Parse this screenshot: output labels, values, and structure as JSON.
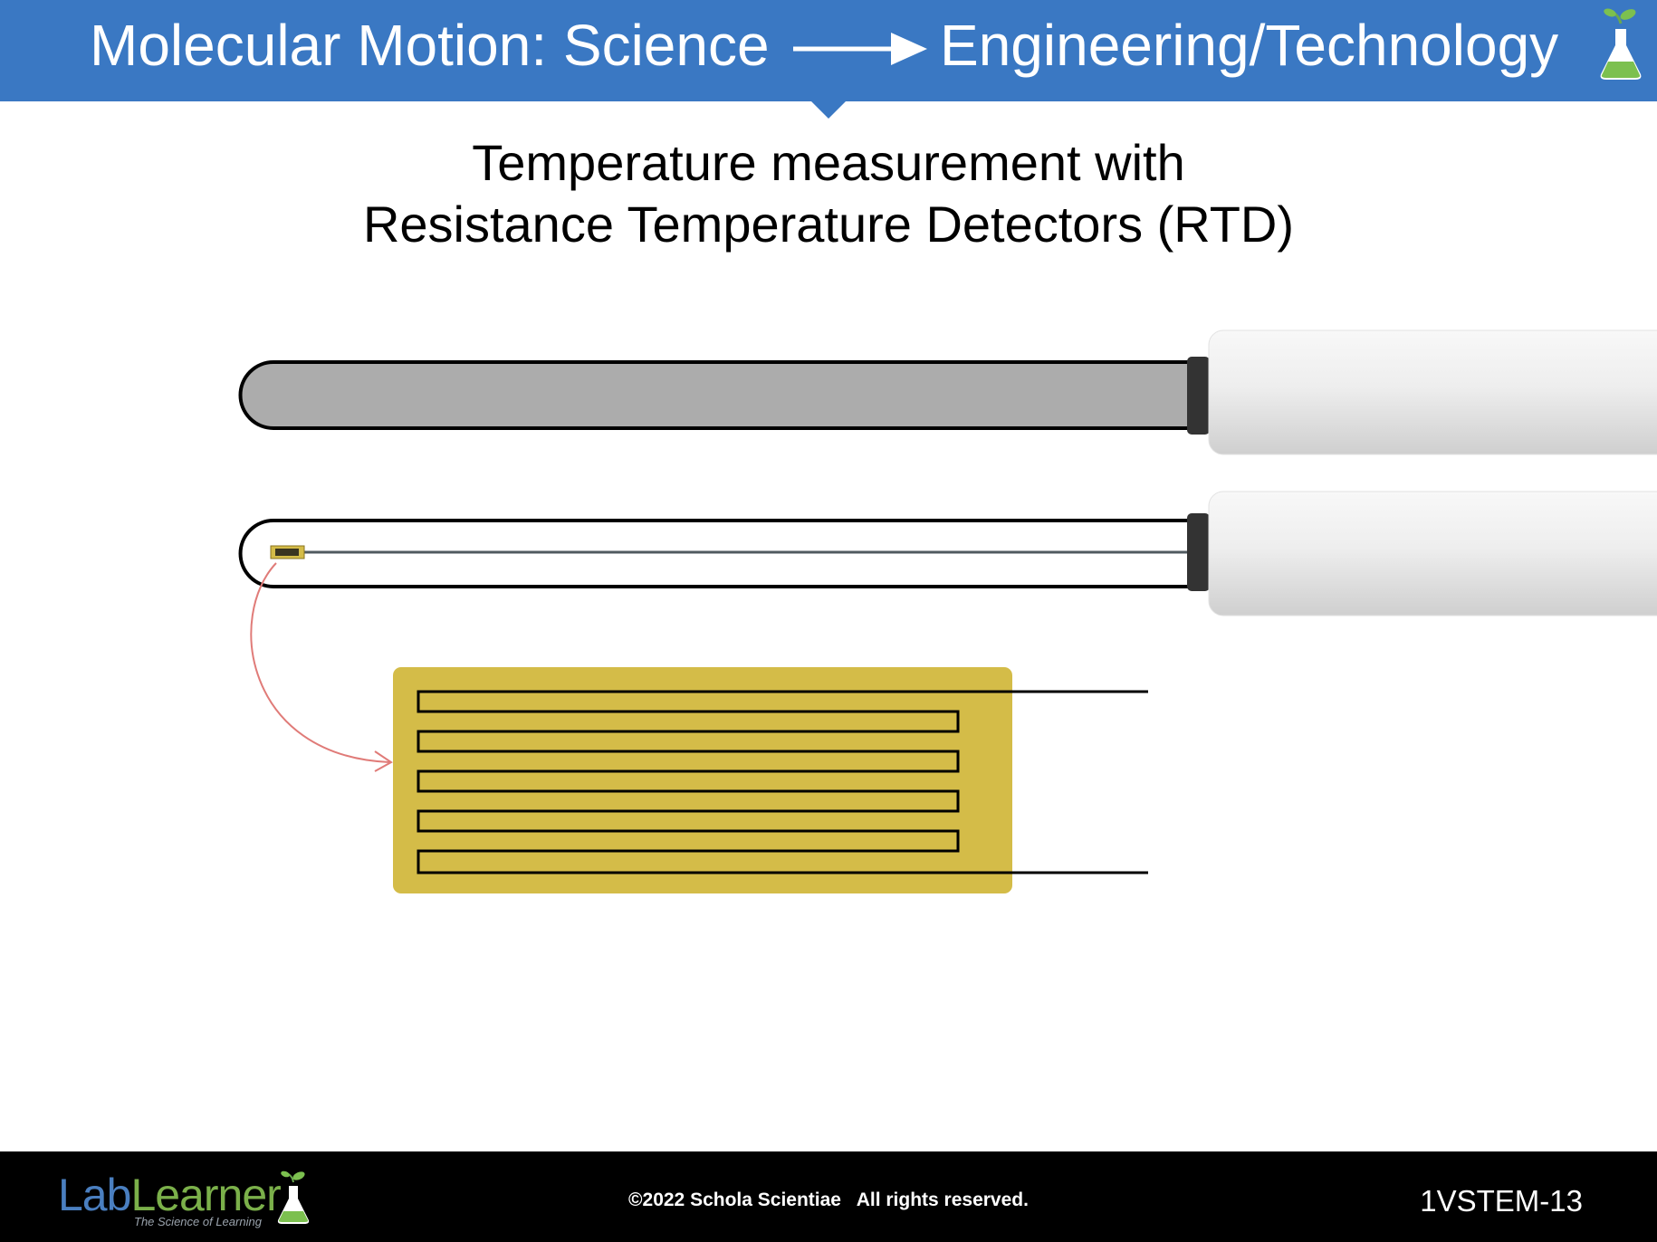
{
  "header": {
    "left_text": "Molecular Motion: Science",
    "right_text": "Engineering/Technology",
    "bg_color": "#3a78c3"
  },
  "slide": {
    "title_line1": "Temperature measurement with",
    "title_line2": "Resistance Temperature Detectors (RTD)"
  },
  "diagram": {
    "sheath_color": "#acacac",
    "element_color": "#d4bc48",
    "callout_color": "#e07b78"
  },
  "footer": {
    "logo_lab": "Lab",
    "logo_learner": "Learner",
    "logo_tagline": "The Science of Learning",
    "copyright": "©2022 Schola Scientiae   All rights reserved.",
    "slide_code": "1VSTEM-13"
  }
}
